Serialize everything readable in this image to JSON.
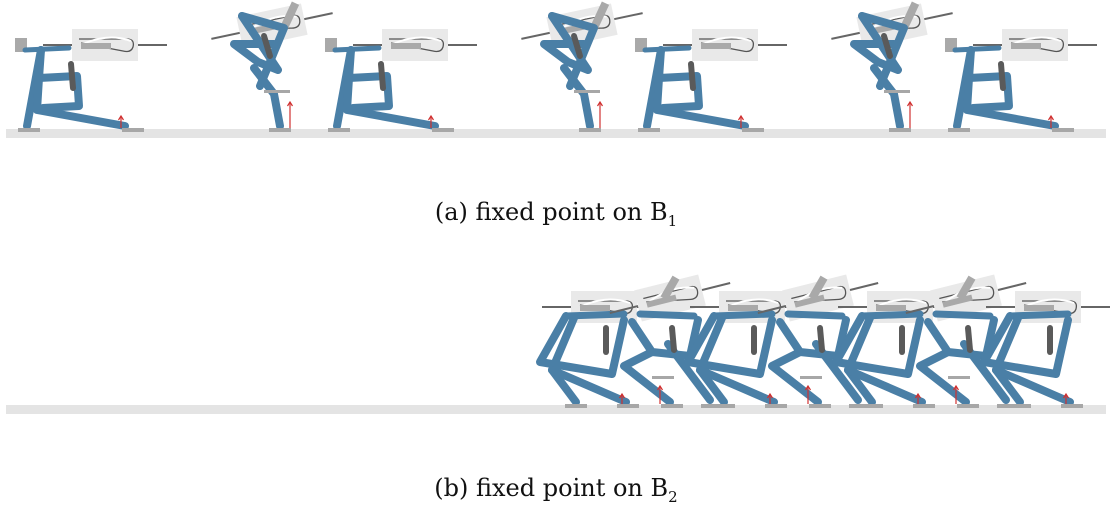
{
  "panels": [
    {
      "id": "a",
      "caption_prefix": "(a) fixed point on B",
      "caption_sub": "1"
    },
    {
      "id": "b",
      "caption_prefix": "(b) fixed point on B",
      "caption_sub": "2"
    }
  ],
  "colors": {
    "robot_link": "#4a7fa6",
    "ground": "#e4e4e4",
    "housing": "#e9e9e9",
    "housing_outline": "#555555",
    "motor_block": "#a9a9a9",
    "pad": "#a7a7a7",
    "spring": "#5a5a5a",
    "force_arrow": "#d03030"
  },
  "poses": {
    "a": [
      "upright",
      "tilted",
      "upright",
      "tilted",
      "upright",
      "tilted",
      "upright"
    ],
    "b": [
      "open",
      "tilted",
      "open",
      "tilted",
      "open",
      "tilted",
      "open"
    ]
  }
}
